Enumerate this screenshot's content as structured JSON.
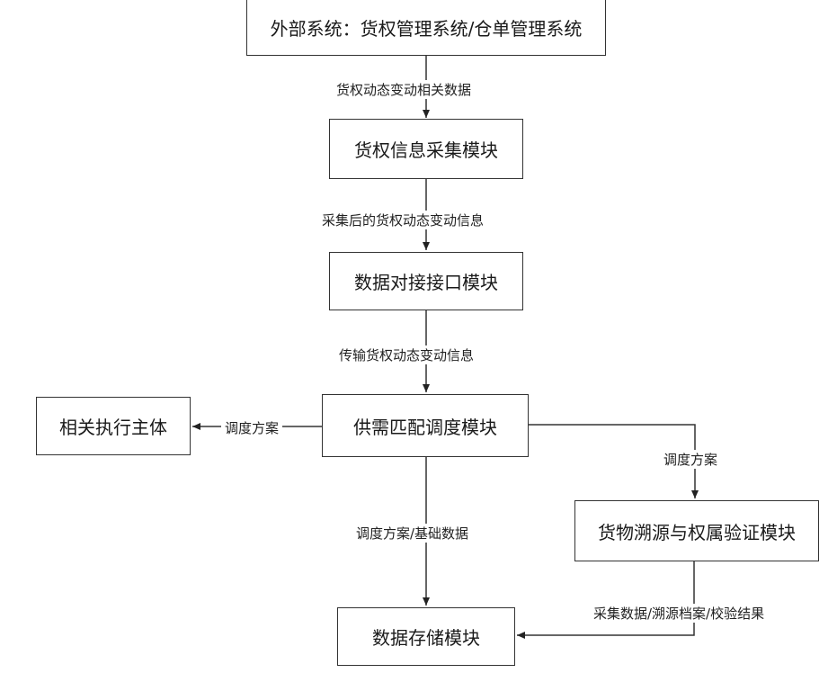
{
  "nodes": {
    "external_system": "外部系统：货权管理系统/仓单管理系统",
    "collection_module": "货权信息采集模块",
    "interface_module": "数据对接接口模块",
    "matching_module": "供需匹配调度模块",
    "executor": "相关执行主体",
    "trace_module": "货物溯源与权属验证模块",
    "storage_module": "数据存储模块"
  },
  "edges": {
    "ext_to_collect": "货权动态变动相关数据",
    "collect_to_iface": "采集后的货权动态变动信息",
    "iface_to_match": "传输货权动态变动信息",
    "match_to_exec": "调度方案",
    "match_to_trace": "调度方案",
    "match_to_storage": "调度方案/基础数据",
    "trace_to_storage": "采集数据/溯源档案/校验结果"
  }
}
